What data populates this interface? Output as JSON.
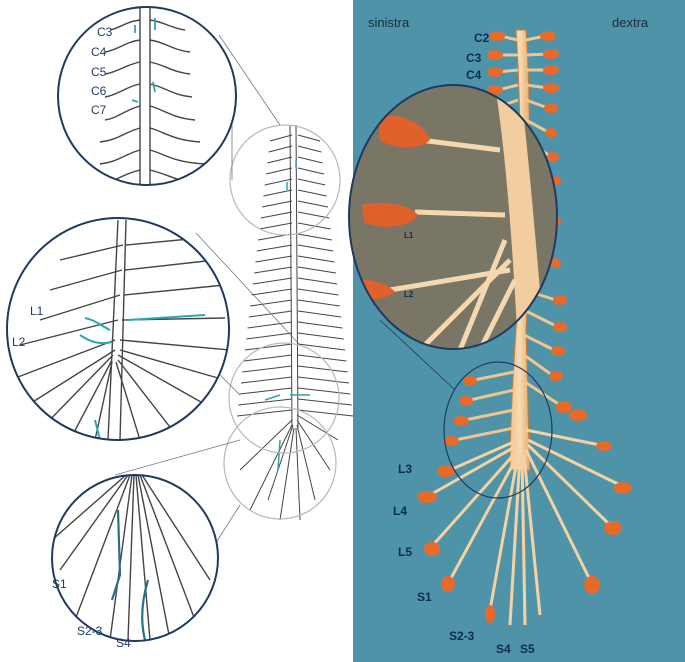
{
  "photo_labels": {
    "sinistra": "sinistra",
    "dextra": "dextra",
    "c2": "C2",
    "c3": "C3",
    "c4": "C4",
    "l1_zoom": "L1",
    "l2_zoom": "L2",
    "l3": "L3",
    "l4": "L4",
    "l5": "L5",
    "s1": "S1",
    "s2_3": "S2-3",
    "s4": "S4",
    "s5": "S5"
  },
  "drawing_labels": {
    "top_zoom": [
      "C3",
      "C4",
      "C5",
      "C6",
      "C7"
    ],
    "mid_zoom": [
      "L1",
      "L2"
    ],
    "bottom_zoom": [
      "S1",
      "S2-3",
      "S4"
    ]
  },
  "colors": {
    "photo_background": "#4f93a9",
    "nerve_orange": "#e86a2a",
    "nerve_cream": "#f4d3a6",
    "drawing_lines": "#333333",
    "highlight_teal": "#2aa6b3",
    "circle_outline": "#1e3a5f"
  }
}
